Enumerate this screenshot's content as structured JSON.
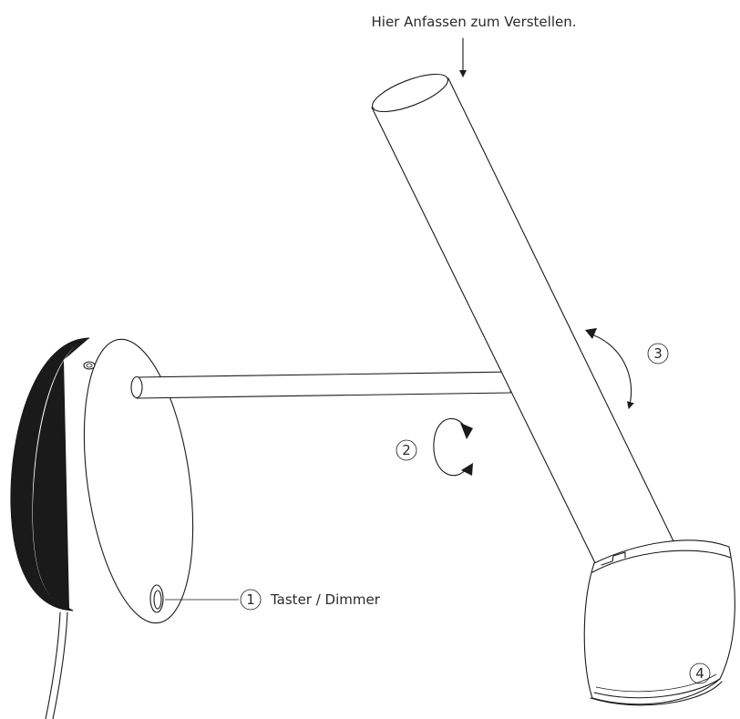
{
  "labels": {
    "adjust_hint": "Hier Anfassen zum Verstellen.",
    "switch_label": "Taster / Dimmer"
  },
  "callouts": {
    "one": "1",
    "two": "2",
    "three": "3",
    "four": "4"
  },
  "colors": {
    "line": "#1a1a1a",
    "backplate": "#1a1a1a",
    "text": "#2a2a2a"
  }
}
